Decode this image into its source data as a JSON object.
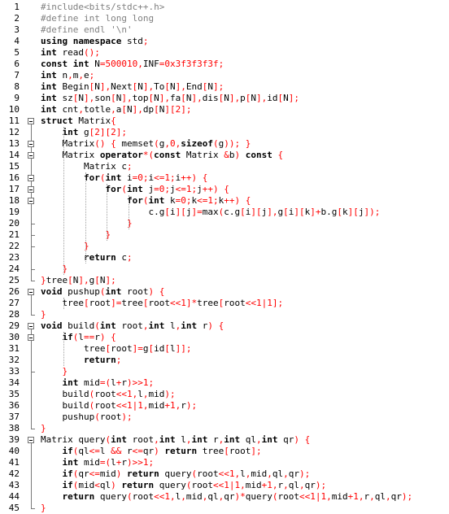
{
  "editor": {
    "line_numbers": [
      "1",
      "2",
      "3",
      "4",
      "5",
      "6",
      "7",
      "8",
      "9",
      "10",
      "11",
      "12",
      "13",
      "14",
      "15",
      "16",
      "17",
      "18",
      "19",
      "20",
      "21",
      "22",
      "23",
      "24",
      "25",
      "26",
      "27",
      "28",
      "29",
      "30",
      "31",
      "32",
      "33",
      "34",
      "35",
      "36",
      "37",
      "38",
      "39",
      "40",
      "41",
      "42",
      "43",
      "44",
      "45"
    ],
    "lines": [
      "#include<bits/stdc++.h>",
      "#define int long long",
      "#define endl '\\n'",
      "using namespace std;",
      "int read();",
      "const int N=500010,INF=0x3f3f3f3f;",
      "int n,m,e;",
      "int Begin[N],Next[N],To[N],End[N];",
      "int sz[N],son[N],top[N],fa[N],dis[N],p[N],id[N];",
      "int cnt,totle,a[N],dp[N][2];",
      "struct Matrix{",
      "    int g[2][2];",
      "    Matrix() { memset(g,0,sizeof(g)); }",
      "    Matrix operator*(const Matrix &b) const {",
      "        Matrix c;",
      "        for(int i=0;i<=1;i++) {",
      "            for(int j=0;j<=1;j++) {",
      "                for(int k=0;k<=1;k++) {",
      "                    c.g[i][j]=max(c.g[i][j],g[i][k]+b.g[k][j]);",
      "                }",
      "            }",
      "        }",
      "        return c;",
      "    }",
      "}tree[N],g[N];",
      "void pushup(int root) {",
      "    tree[root]=tree[root<<1]*tree[root<<1|1];",
      "}",
      "void build(int root,int l,int r) {",
      "    if(l==r) {",
      "        tree[root]=g[id[l]];",
      "        return;",
      "    }",
      "    int mid=(l+r)>>1;",
      "    build(root<<1,l,mid);",
      "    build(root<<1|1,mid+1,r);",
      "    pushup(root);",
      "}",
      "Matrix query(int root,int l,int r,int ql,int qr) {",
      "    if(ql<=l && r<=qr) return tree[root];",
      "    int mid=(l+r)>>1;",
      "    if(qr<=mid) return query(root<<1,l,mid,ql,qr);",
      "    if(mid<ql) return query(root<<1|1,mid+1,r,ql,qr);",
      "    return query(root<<1,l,mid,ql,qr)*query(root<<1|1,mid+1,r,ql,qr);",
      "}"
    ]
  }
}
